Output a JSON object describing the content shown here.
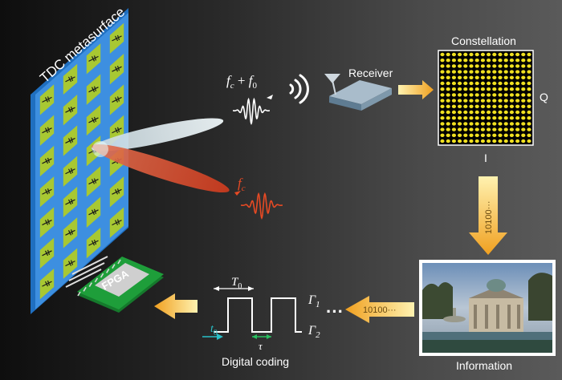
{
  "metasurface": {
    "label": "TDC metasurface",
    "rows": 7,
    "cols": 4
  },
  "fpga": {
    "label": "FPGA"
  },
  "signals": {
    "tx_label": "f c + f 0",
    "rx_label": "f c"
  },
  "receiver": {
    "label": "Receiver"
  },
  "constellation": {
    "title": "Constellation",
    "i_label": "I",
    "q_label": "Q",
    "grid_size": 16
  },
  "bits": {
    "vertical": "10100···",
    "horizontal": "10100···"
  },
  "information": {
    "label": "Information"
  },
  "coding": {
    "label": "Digital coding",
    "period_label": "T0",
    "tau_label": "τ",
    "t0_label": "t0",
    "gamma1": "Γ1",
    "gamma2": "Γ2",
    "dots": "···"
  },
  "colors": {
    "board": "#3d8fe0",
    "cell": "#a8c832",
    "beam_tx": "#d7e6ec",
    "beam_rx": "#d84a2a",
    "constellation_dot": "#f0e020",
    "arrow": "#f0b030",
    "fpga": "#1e9e3a",
    "code_marker": "#28c060"
  }
}
